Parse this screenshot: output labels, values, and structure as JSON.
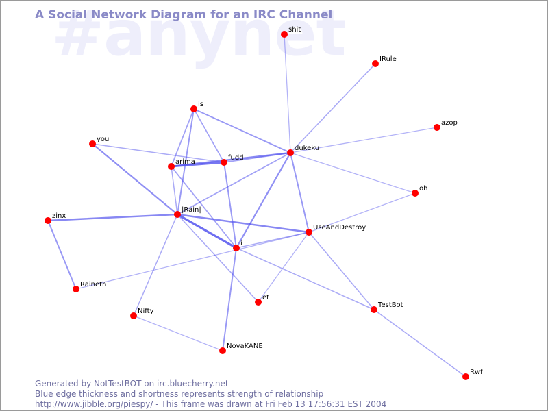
{
  "watermark": "#anynet",
  "title": "A Social Network Diagram for an IRC Channel",
  "footer": {
    "line1": "Generated by NotTestBOT on irc.bluecherry.net",
    "line2": "Blue edge thickness and shortness represents strength of relationship",
    "line3": "http://www.jibble.org/piespy/ - This frame was drawn at Fri Feb 13 17:56:31 EST 2004"
  },
  "colors": {
    "node": "#ff0000",
    "edge": "#5555ee",
    "title": "#8a8ac7",
    "watermark": "#eeeefb"
  },
  "nodes": [
    {
      "id": "shit",
      "label": "shit"
    },
    {
      "id": "IRule",
      "label": "IRule"
    },
    {
      "id": "is",
      "label": "is"
    },
    {
      "id": "azop",
      "label": "azop"
    },
    {
      "id": "you",
      "label": "you"
    },
    {
      "id": "dukeku",
      "label": "dukeku"
    },
    {
      "id": "fudd",
      "label": "fudd"
    },
    {
      "id": "arima",
      "label": "arima"
    },
    {
      "id": "oh",
      "label": "oh"
    },
    {
      "id": "zinx",
      "label": "zinx"
    },
    {
      "id": "Rain",
      "label": "|Rain|"
    },
    {
      "id": "UseAndDestroy",
      "label": "UseAndDestroy"
    },
    {
      "id": "i",
      "label": "i"
    },
    {
      "id": "Raineth",
      "label": "Raineth"
    },
    {
      "id": "et",
      "label": "et"
    },
    {
      "id": "TestBot",
      "label": "TestBot"
    },
    {
      "id": "Nifty",
      "label": "Nifty"
    },
    {
      "id": "NovaKANE",
      "label": "NovaKANE"
    },
    {
      "id": "Rwf",
      "label": "Rwf"
    }
  ],
  "edges": [
    {
      "from": "shit",
      "to": "dukeku",
      "strength": 0.2
    },
    {
      "from": "IRule",
      "to": "dukeku",
      "strength": 0.3
    },
    {
      "from": "azop",
      "to": "dukeku",
      "strength": 0.2
    },
    {
      "from": "dukeku",
      "to": "oh",
      "strength": 0.2
    },
    {
      "from": "dukeku",
      "to": "UseAndDestroy",
      "strength": 0.5
    },
    {
      "from": "dukeku",
      "to": "i",
      "strength": 0.6
    },
    {
      "from": "dukeku",
      "to": "Rain",
      "strength": 0.4
    },
    {
      "from": "dukeku",
      "to": "arima",
      "strength": 0.7
    },
    {
      "from": "dukeku",
      "to": "fudd",
      "strength": 0.4
    },
    {
      "from": "dukeku",
      "to": "is",
      "strength": 0.5
    },
    {
      "from": "you",
      "to": "Rain",
      "strength": 0.6
    },
    {
      "from": "you",
      "to": "fudd",
      "strength": 0.3
    },
    {
      "from": "is",
      "to": "arima",
      "strength": 0.4
    },
    {
      "from": "is",
      "to": "fudd",
      "strength": 0.4
    },
    {
      "from": "is",
      "to": "Rain",
      "strength": 0.5
    },
    {
      "from": "arima",
      "to": "fudd",
      "strength": 0.9
    },
    {
      "from": "arima",
      "to": "Rain",
      "strength": 0.3
    },
    {
      "from": "arima",
      "to": "i",
      "strength": 0.4
    },
    {
      "from": "fudd",
      "to": "i",
      "strength": 0.5
    },
    {
      "from": "zinx",
      "to": "Rain",
      "strength": 0.7
    },
    {
      "from": "zinx",
      "to": "Raineth",
      "strength": 0.5
    },
    {
      "from": "Rain",
      "to": "UseAndDestroy",
      "strength": 0.7
    },
    {
      "from": "Rain",
      "to": "i",
      "strength": 1.0
    },
    {
      "from": "Rain",
      "to": "Nifty",
      "strength": 0.3
    },
    {
      "from": "Rain",
      "to": "et",
      "strength": 0.3
    },
    {
      "from": "i",
      "to": "UseAndDestroy",
      "strength": 0.3
    },
    {
      "from": "i",
      "to": "TestBot",
      "strength": 0.3
    },
    {
      "from": "i",
      "to": "NovaKANE",
      "strength": 0.5
    },
    {
      "from": "UseAndDestroy",
      "to": "oh",
      "strength": 0.2
    },
    {
      "from": "UseAndDestroy",
      "to": "TestBot",
      "strength": 0.3
    },
    {
      "from": "UseAndDestroy",
      "to": "et",
      "strength": 0.2
    },
    {
      "from": "Raineth",
      "to": "UseAndDestroy",
      "strength": 0.2
    },
    {
      "from": "Nifty",
      "to": "NovaKANE",
      "strength": 0.2
    },
    {
      "from": "TestBot",
      "to": "Rwf",
      "strength": 0.3
    }
  ]
}
